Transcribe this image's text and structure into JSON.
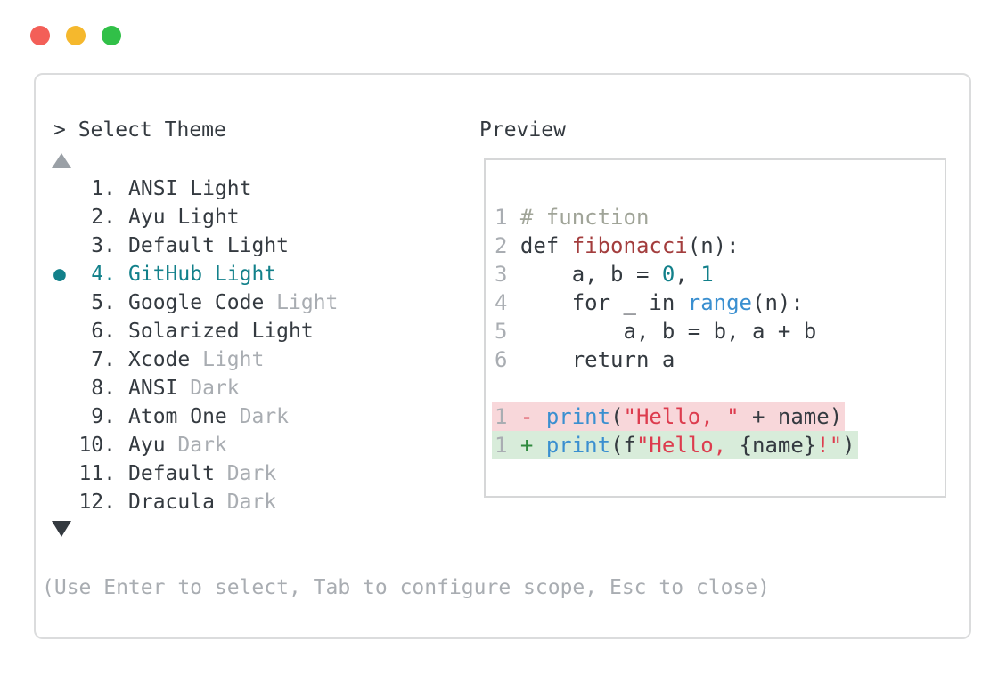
{
  "window": {
    "traffic_lights": {
      "close": "close-light",
      "minimize": "minimize-light",
      "zoom": "zoom-light"
    }
  },
  "prompt": {
    "label": "> Select Theme"
  },
  "theme_list": {
    "scroll_up_icon": "triangle-up",
    "scroll_down_icon": "triangle-down",
    "items": [
      {
        "marker": "",
        "number": "1.",
        "name": "ANSI Light",
        "dim_suffix": ""
      },
      {
        "marker": "",
        "number": "2.",
        "name": "Ayu Light",
        "dim_suffix": ""
      },
      {
        "marker": "",
        "number": "3.",
        "name": "Default Light",
        "dim_suffix": ""
      },
      {
        "marker": "●",
        "number": "4.",
        "name": "GitHub Light",
        "dim_suffix": "",
        "selected": true
      },
      {
        "marker": "",
        "number": "5.",
        "name": "Google Code ",
        "dim_suffix": "Light"
      },
      {
        "marker": "",
        "number": "6.",
        "name": "Solarized Light",
        "dim_suffix": ""
      },
      {
        "marker": "",
        "number": "7.",
        "name": "Xcode ",
        "dim_suffix": "Light"
      },
      {
        "marker": "",
        "number": "8.",
        "name": "ANSI ",
        "dim_suffix": "Dark"
      },
      {
        "marker": "",
        "number": "9.",
        "name": "Atom One ",
        "dim_suffix": "Dark"
      },
      {
        "marker": "",
        "number": "10.",
        "name": "Ayu ",
        "dim_suffix": "Dark"
      },
      {
        "marker": "",
        "number": "11.",
        "name": "Default ",
        "dim_suffix": "Dark"
      },
      {
        "marker": "",
        "number": "12.",
        "name": "Dracula ",
        "dim_suffix": "Dark"
      }
    ]
  },
  "preview": {
    "label": "Preview",
    "lines": [
      {
        "tokens": [
          {
            "t": "1 ",
            "c": "dim"
          },
          {
            "t": "# function",
            "c": "com"
          }
        ]
      },
      {
        "tokens": [
          {
            "t": "2 ",
            "c": "dim"
          },
          {
            "t": "def ",
            "c": "fg"
          },
          {
            "t": "fibonacci",
            "c": "fn"
          },
          {
            "t": "(n):",
            "c": "fg"
          }
        ]
      },
      {
        "tokens": [
          {
            "t": "3 ",
            "c": "dim"
          },
          {
            "t": "    a, b = ",
            "c": "fg"
          },
          {
            "t": "0",
            "c": "numlit"
          },
          {
            "t": ", ",
            "c": "fg"
          },
          {
            "t": "1",
            "c": "numlit"
          }
        ]
      },
      {
        "tokens": [
          {
            "t": "4 ",
            "c": "dim"
          },
          {
            "t": "    for _ in ",
            "c": "fg"
          },
          {
            "t": "range",
            "c": "call"
          },
          {
            "t": "(n):",
            "c": "fg"
          }
        ]
      },
      {
        "tokens": [
          {
            "t": "5 ",
            "c": "dim"
          },
          {
            "t": "        a, b = b, a + b",
            "c": "fg"
          }
        ]
      },
      {
        "tokens": [
          {
            "t": "6 ",
            "c": "dim"
          },
          {
            "t": "    return a",
            "c": "fg"
          }
        ]
      },
      {
        "tokens": []
      },
      {
        "hl": "del",
        "tokens": [
          {
            "t": "1 ",
            "c": "dim"
          },
          {
            "t": "- ",
            "c": "sigdel"
          },
          {
            "t": "print",
            "c": "call"
          },
          {
            "t": "(",
            "c": "fg"
          },
          {
            "t": "\"Hello, \"",
            "c": "str"
          },
          {
            "t": " + name)",
            "c": "fg"
          }
        ]
      },
      {
        "hl": "add",
        "tokens": [
          {
            "t": "1 ",
            "c": "dim"
          },
          {
            "t": "+ ",
            "c": "sigadd"
          },
          {
            "t": "print",
            "c": "call"
          },
          {
            "t": "(f",
            "c": "fg"
          },
          {
            "t": "\"Hello, ",
            "c": "str"
          },
          {
            "t": "{name}",
            "c": "fg"
          },
          {
            "t": "!\"",
            "c": "str"
          },
          {
            "t": ")",
            "c": "fg"
          }
        ]
      }
    ]
  },
  "footer": {
    "hint": "(Use Enter to select, Tab to configure scope, Esc to close)"
  },
  "colors": {
    "accent_teal": "#12808a",
    "fg": "#343a40",
    "dim": "#a9adb2",
    "comment": "#a0a498",
    "func_red": "#a33d3d",
    "string_red": "#dd3c4e",
    "call_blue": "#3a8fd0",
    "num_teal": "#12808a",
    "del_sign": "#d73a49",
    "add_sign": "#2f8a3e",
    "del_bg": "#f8d7da",
    "add_bg": "#d8ecda",
    "border": "#dbdcdd",
    "light_red": "#f35f58",
    "light_yellow": "#f5b82d",
    "light_green": "#31c048",
    "arrow_dim": "#9aa0a6"
  }
}
